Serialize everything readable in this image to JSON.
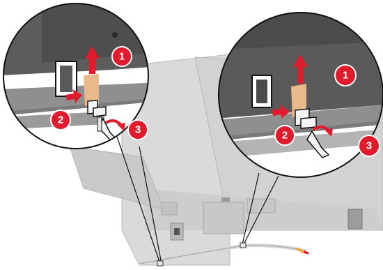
{
  "diagram": {
    "callouts": [
      {
        "id": "left",
        "badges": [
          "1",
          "2",
          "3"
        ]
      },
      {
        "id": "right",
        "badges": [
          "1",
          "2",
          "3"
        ]
      }
    ],
    "colors": {
      "badge_red": "#e01b2c",
      "arrow_red": "#e01b2c",
      "tape_tan": "#e9b98a",
      "belt_gray": "#8e8e8e",
      "panel_dark": "#5a5a5a",
      "printer_light": "#d6d6d6",
      "outline": "#1a1a1a"
    }
  }
}
